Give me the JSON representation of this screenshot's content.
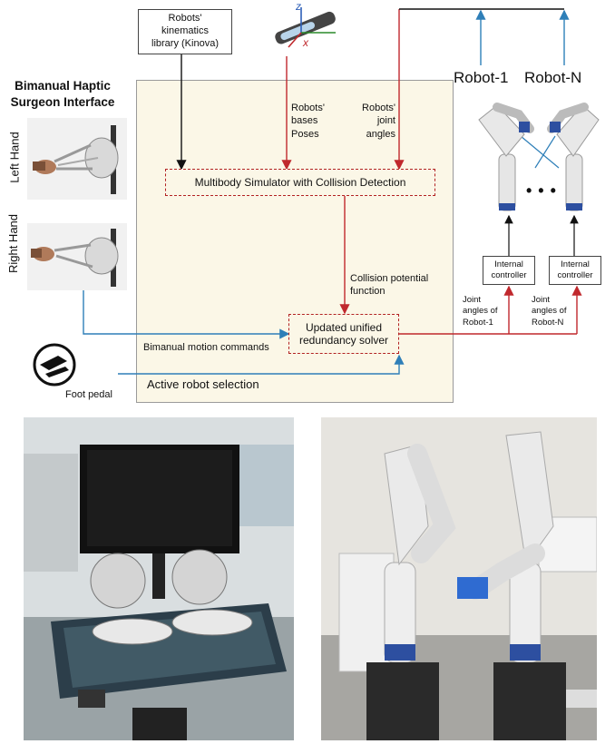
{
  "diagram": {
    "header": {
      "line1": "Bimanual Haptic",
      "line2": "Surgeon Interface"
    },
    "hand_labels": {
      "left": "Left Hand",
      "right": "Right Hand"
    },
    "kinematics_box": {
      "line1": "Robots'",
      "line2": "kinematics",
      "line3": "library (Kinova)"
    },
    "bases_label": {
      "line1": "Robots'",
      "line2": "bases",
      "line3": "Poses"
    },
    "joint_label": {
      "line1": "Robots'",
      "line2": "joint",
      "line3": "angles"
    },
    "simulator_box": "Multibody Simulator with Collision Detection",
    "collision_label": {
      "line1": "Collision potential",
      "line2": "function"
    },
    "solver_box": {
      "line1": "Updated unified",
      "line2": "redundancy solver"
    },
    "bimanual_label": "Bimanual motion commands",
    "active_label": "Active robot selection",
    "foot_pedal": "Foot pedal",
    "robots": {
      "r1": "Robot-1",
      "rn": "Robot-N",
      "dots": "• • •"
    },
    "controllers": {
      "c1": "Internal controller",
      "c2": "Internal controller"
    },
    "joint_angles": {
      "r1": "Joint angles of Robot-1",
      "rn": "Joint angles of Robot-N"
    },
    "axes": {
      "z": "z",
      "x": "x"
    }
  },
  "colors": {
    "red_arrow": "#c0282d",
    "blue_arrow": "#2e7fb8",
    "black_arrow": "#111111",
    "panel_bg": "#fbf7e7"
  }
}
